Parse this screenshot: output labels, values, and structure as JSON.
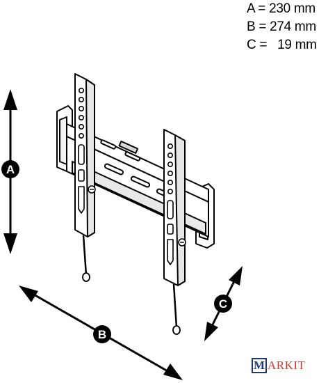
{
  "specs": {
    "a": "A = 230 mm",
    "b": "B = 274 mm",
    "c": "C =   19 mm"
  },
  "dimension_labels": {
    "a": "A",
    "b": "B",
    "c": "C"
  },
  "logo": {
    "mark": "M",
    "rest": "ARKIT"
  },
  "colors": {
    "ink": "#000000",
    "logo_blue": "#1f3b6e",
    "logo_red": "#c23b2d"
  }
}
